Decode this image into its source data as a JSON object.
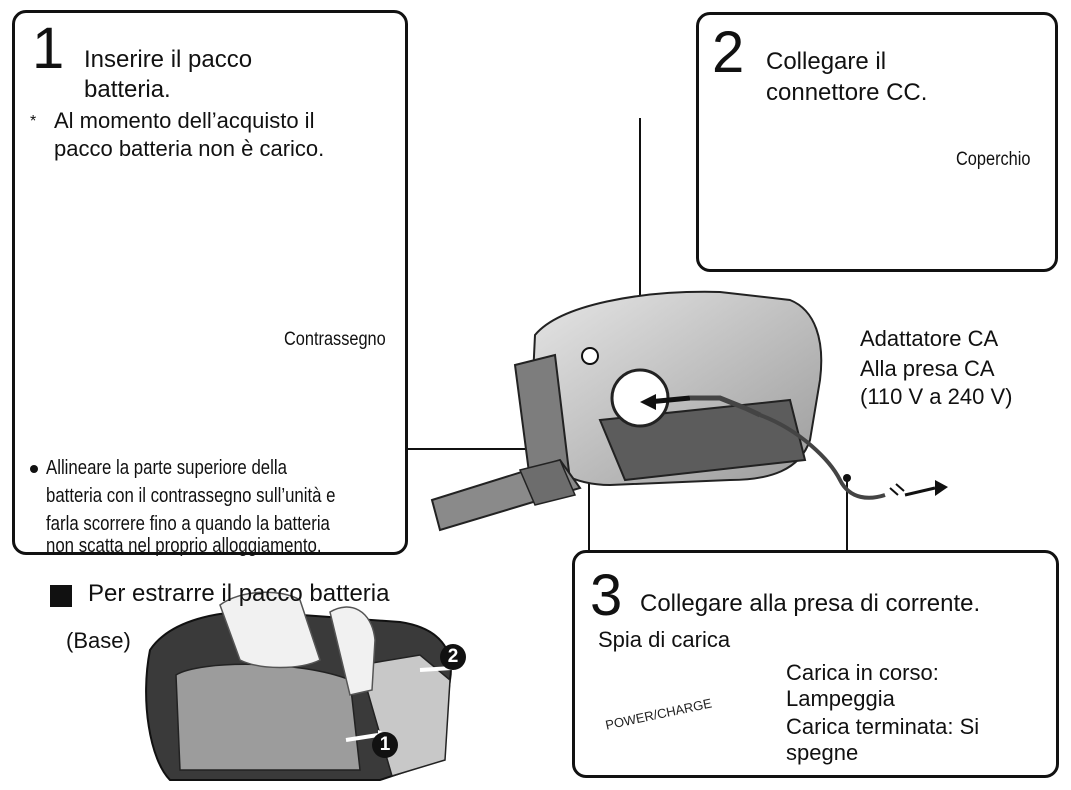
{
  "step1": {
    "number": "1",
    "title_line1": "Inserire il pacco",
    "title_line2": "batteria.",
    "note_marker": "*",
    "note_line1": "Al momento dell’acquisto il",
    "note_line2": "pacco batteria non è carico.",
    "callout_label": "Contrassegno",
    "align_lines": [
      "Allineare la parte superiore della",
      "batteria con il contrassegno sull’unità e",
      "farla scorrere fino a quando la batteria",
      "non scatta nel proprio alloggiamento."
    ]
  },
  "step2": {
    "number": "2",
    "title_line1": "Collegare il",
    "title_line2": "connettore CC.",
    "callout_label": "Coperchio"
  },
  "adapter": {
    "line1": "Adattatore CA",
    "line2": "Alla presa CA",
    "line3": "(110 V a 240 V)"
  },
  "step3": {
    "number": "3",
    "title": "Collegare alla presa di corrente.",
    "lamp_label": "Spia di carica",
    "status_line1": "Carica in corso:",
    "status_line2": "Lampeggia",
    "status_line3": "Carica terminata: Si",
    "status_line4": "spegne",
    "panel_text": "POWER/CHARGE"
  },
  "remove": {
    "heading": "Per estrarre il pacco batteria",
    "base_label": "(Base)",
    "badge1": "1",
    "badge2": "2"
  }
}
